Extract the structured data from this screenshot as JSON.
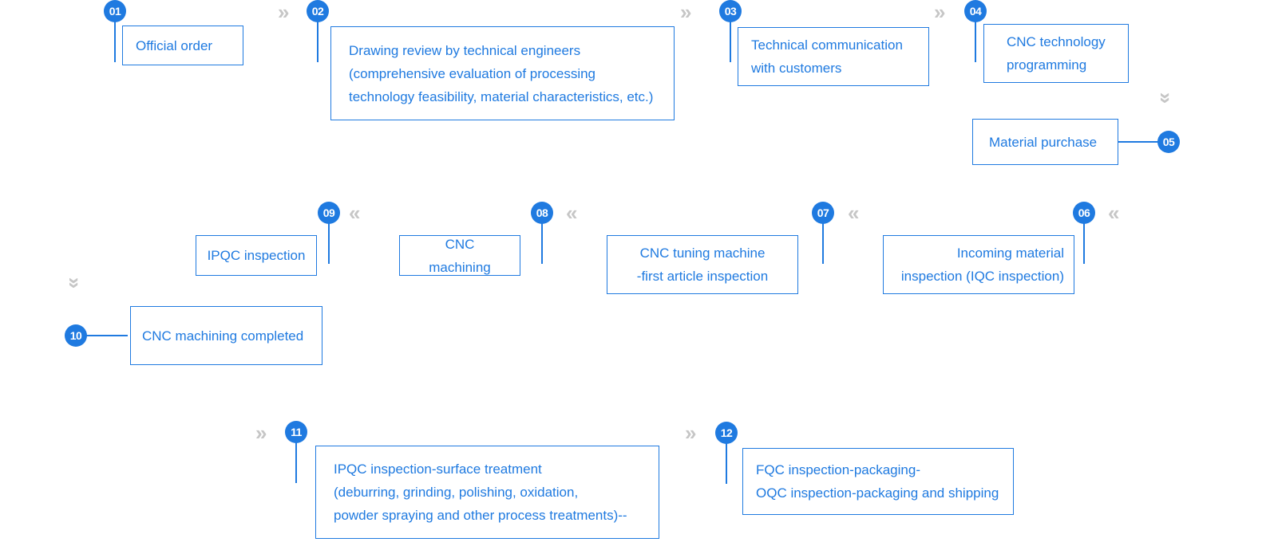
{
  "steps": [
    {
      "num": "01",
      "text": "Official order"
    },
    {
      "num": "02",
      "text": "Drawing review by technical engineers\n(comprehensive evaluation of processing\ntechnology feasibility, material characteristics, etc.)"
    },
    {
      "num": "03",
      "text": "Technical communication\nwith customers"
    },
    {
      "num": "04",
      "text": "CNC technology\nprogramming"
    },
    {
      "num": "05",
      "text": "Material purchase"
    },
    {
      "num": "06",
      "text": "Incoming material\ninspection (IQC inspection)"
    },
    {
      "num": "07",
      "text": "CNC tuning machine\n-first article inspection"
    },
    {
      "num": "08",
      "text": "CNC machining"
    },
    {
      "num": "09",
      "text": "IPQC inspection"
    },
    {
      "num": "10",
      "text": "CNC machining completed"
    },
    {
      "num": "11",
      "text": "IPQC inspection-surface treatment\n(deburring, grinding, polishing, oxidation,\npowder spraying and other process treatments)--"
    },
    {
      "num": "12",
      "text": "FQC inspection-packaging-\nOQC inspection-packaging and shipping"
    }
  ],
  "arrows": {
    "right": "»",
    "left": "«",
    "down": "»"
  },
  "icons": {
    "step-arrow": "double-chevron-icon"
  },
  "colors": {
    "accent": "#1f7ae0",
    "arrow": "#c6c6c6"
  }
}
